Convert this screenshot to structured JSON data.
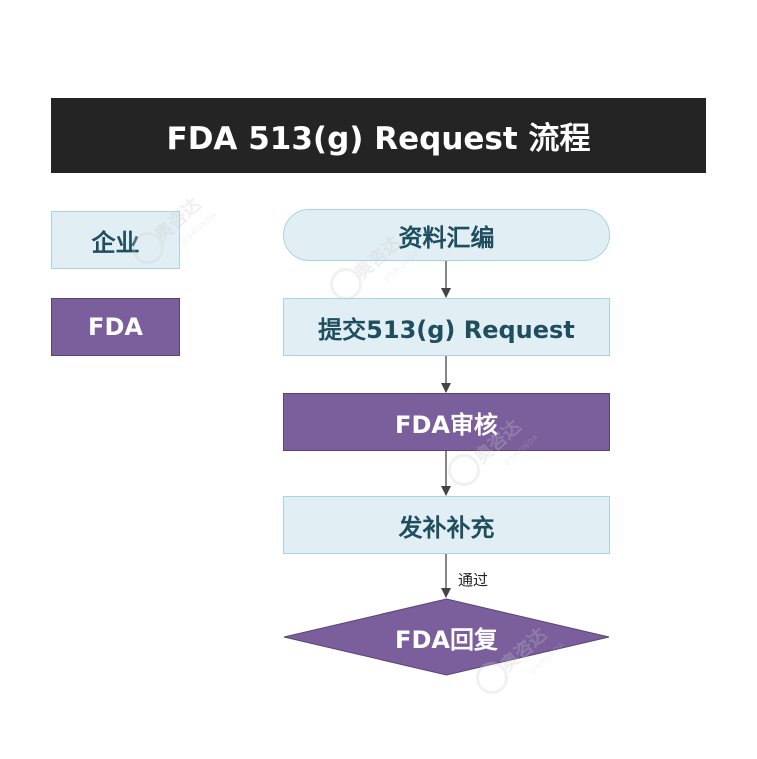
{
  "title": "FDA 513(g) Request 流程",
  "legend": {
    "company_label": "企业",
    "fda_label": "FDA"
  },
  "steps": {
    "step1": "资料汇编",
    "step2": "提交513(g) Request",
    "step3": "FDA审核",
    "step4": "发补补充",
    "step5": "FDA回复"
  },
  "edge_labels": {
    "pass": "通过"
  },
  "watermark": {
    "brand": "奥咨达",
    "sub": "OSMUNDA"
  },
  "colors": {
    "title_bg": "#242424",
    "company_fill": "#e1eff4",
    "company_border": "#a9d4e2",
    "fda_fill": "#7b5f9c",
    "text_dark": "#1f4f5f"
  }
}
